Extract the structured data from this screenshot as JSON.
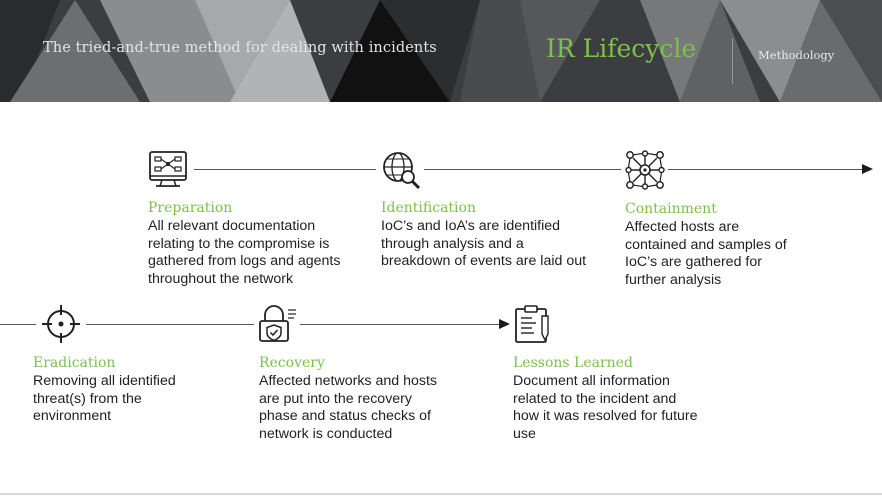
{
  "header": {
    "tagline": "The tried-and-true method for dealing with incidents",
    "title": "IR Lifecycle",
    "section": "Methodology"
  },
  "colors": {
    "accent": "#7cc14b",
    "header_bg": "#3c3d40",
    "text": "#222222"
  },
  "steps": [
    {
      "title": "Preparation",
      "icon": "monitor-network-icon",
      "lines": [
        "All relevant documentation",
        "relating to the compromise is",
        "gathered from logs and agents",
        "throughout the network"
      ]
    },
    {
      "title": "Identification",
      "icon": "globe-search-icon",
      "lines": [
        "IoC’s and IoA’s are identified",
        "through analysis and a",
        "breakdown of events are laid out"
      ]
    },
    {
      "title": "Containment",
      "icon": "network-nodes-icon",
      "lines": [
        "Affected hosts are",
        "contained and samples of",
        "IoC’s are gathered for",
        "further analysis"
      ]
    },
    {
      "title": "Eradication",
      "icon": "crosshair-icon",
      "lines": [
        "Removing all identified",
        "threat(s) from the",
        "environment"
      ]
    },
    {
      "title": "Recovery",
      "icon": "lock-shield-icon",
      "lines": [
        "Affected networks and hosts",
        "are put into the recovery",
        "phase and status checks of",
        "network is conducted"
      ]
    },
    {
      "title": "Lessons Learned",
      "icon": "clipboard-icon",
      "lines": [
        "Document all information",
        "related to the incident and",
        "how it was resolved for future",
        "use"
      ]
    }
  ]
}
